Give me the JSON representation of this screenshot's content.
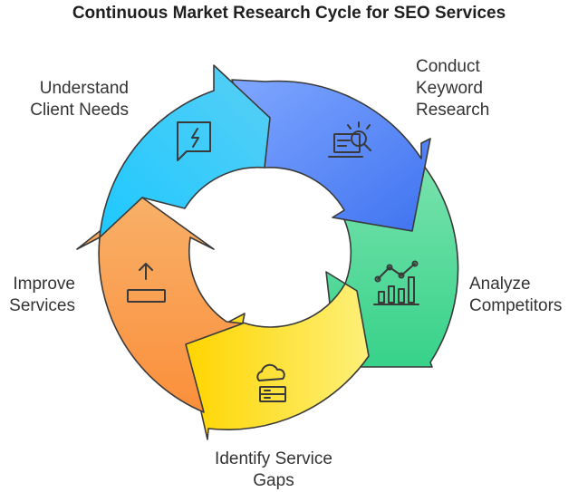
{
  "title": "Continuous Market Research Cycle for SEO Services",
  "steps": [
    {
      "lines": [
        "Understand",
        "Client Needs"
      ],
      "icon": "chat-bubble-icon"
    },
    {
      "lines": [
        "Conduct",
        "Keyword",
        "Research"
      ],
      "icon": "laptop-search-icon"
    },
    {
      "lines": [
        "Analyze",
        "Competitors"
      ],
      "icon": "line-bar-chart-icon"
    },
    {
      "lines": [
        "Identify Service",
        "Gaps"
      ],
      "icon": "cloud-server-icon"
    },
    {
      "lines": [
        "Improve",
        "Services"
      ],
      "icon": "upload-icon"
    }
  ],
  "colors": {
    "understand": [
      "#1ec8ff",
      "#58cff5"
    ],
    "keyword": [
      "#7fa6ff",
      "#3f73f0"
    ],
    "analyze": [
      "#79e2ad",
      "#37d28a"
    ],
    "gaps": [
      "#ffd500",
      "#fdf079"
    ],
    "improve": [
      "#fb8f3b",
      "#f8b068"
    ]
  }
}
